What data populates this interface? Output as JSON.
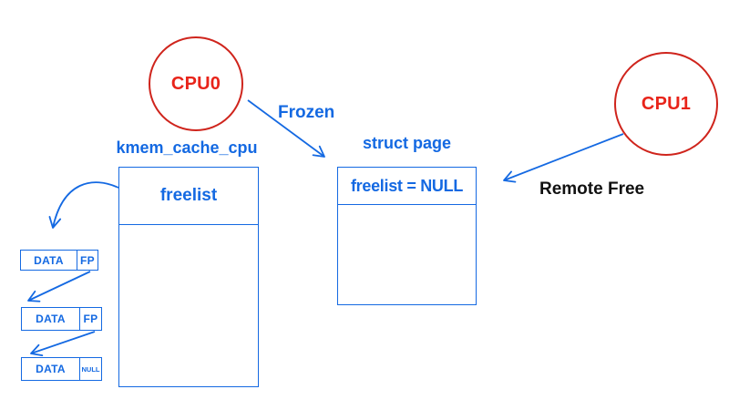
{
  "colors": {
    "blue": "#1469e2",
    "red_circle_stroke": "#cf241c",
    "red_text": "#e8241a",
    "black_text": "#111111"
  },
  "nodes": {
    "cpu0": {
      "label": "CPU0"
    },
    "cpu1": {
      "label": "CPU1"
    },
    "kmem_cache_cpu": {
      "title": "kmem_cache_cpu",
      "field": "freelist"
    },
    "struct_page": {
      "title": "struct page",
      "field": "freelist = NULL"
    }
  },
  "edges": {
    "frozen": {
      "label": "Frozen",
      "from": "cpu0",
      "to": "struct_page"
    },
    "remote_free": {
      "label": "Remote Free",
      "from": "cpu1",
      "to": "struct_page"
    },
    "freelist_pointer": {
      "label": "",
      "from": "kmem_cache_cpu.freelist",
      "to": "freelist-block-1"
    }
  },
  "freelist_chain": [
    {
      "data": "DATA",
      "ptr": "FP"
    },
    {
      "data": "DATA",
      "ptr": "FP"
    },
    {
      "data": "DATA",
      "ptr": "NULL"
    }
  ]
}
